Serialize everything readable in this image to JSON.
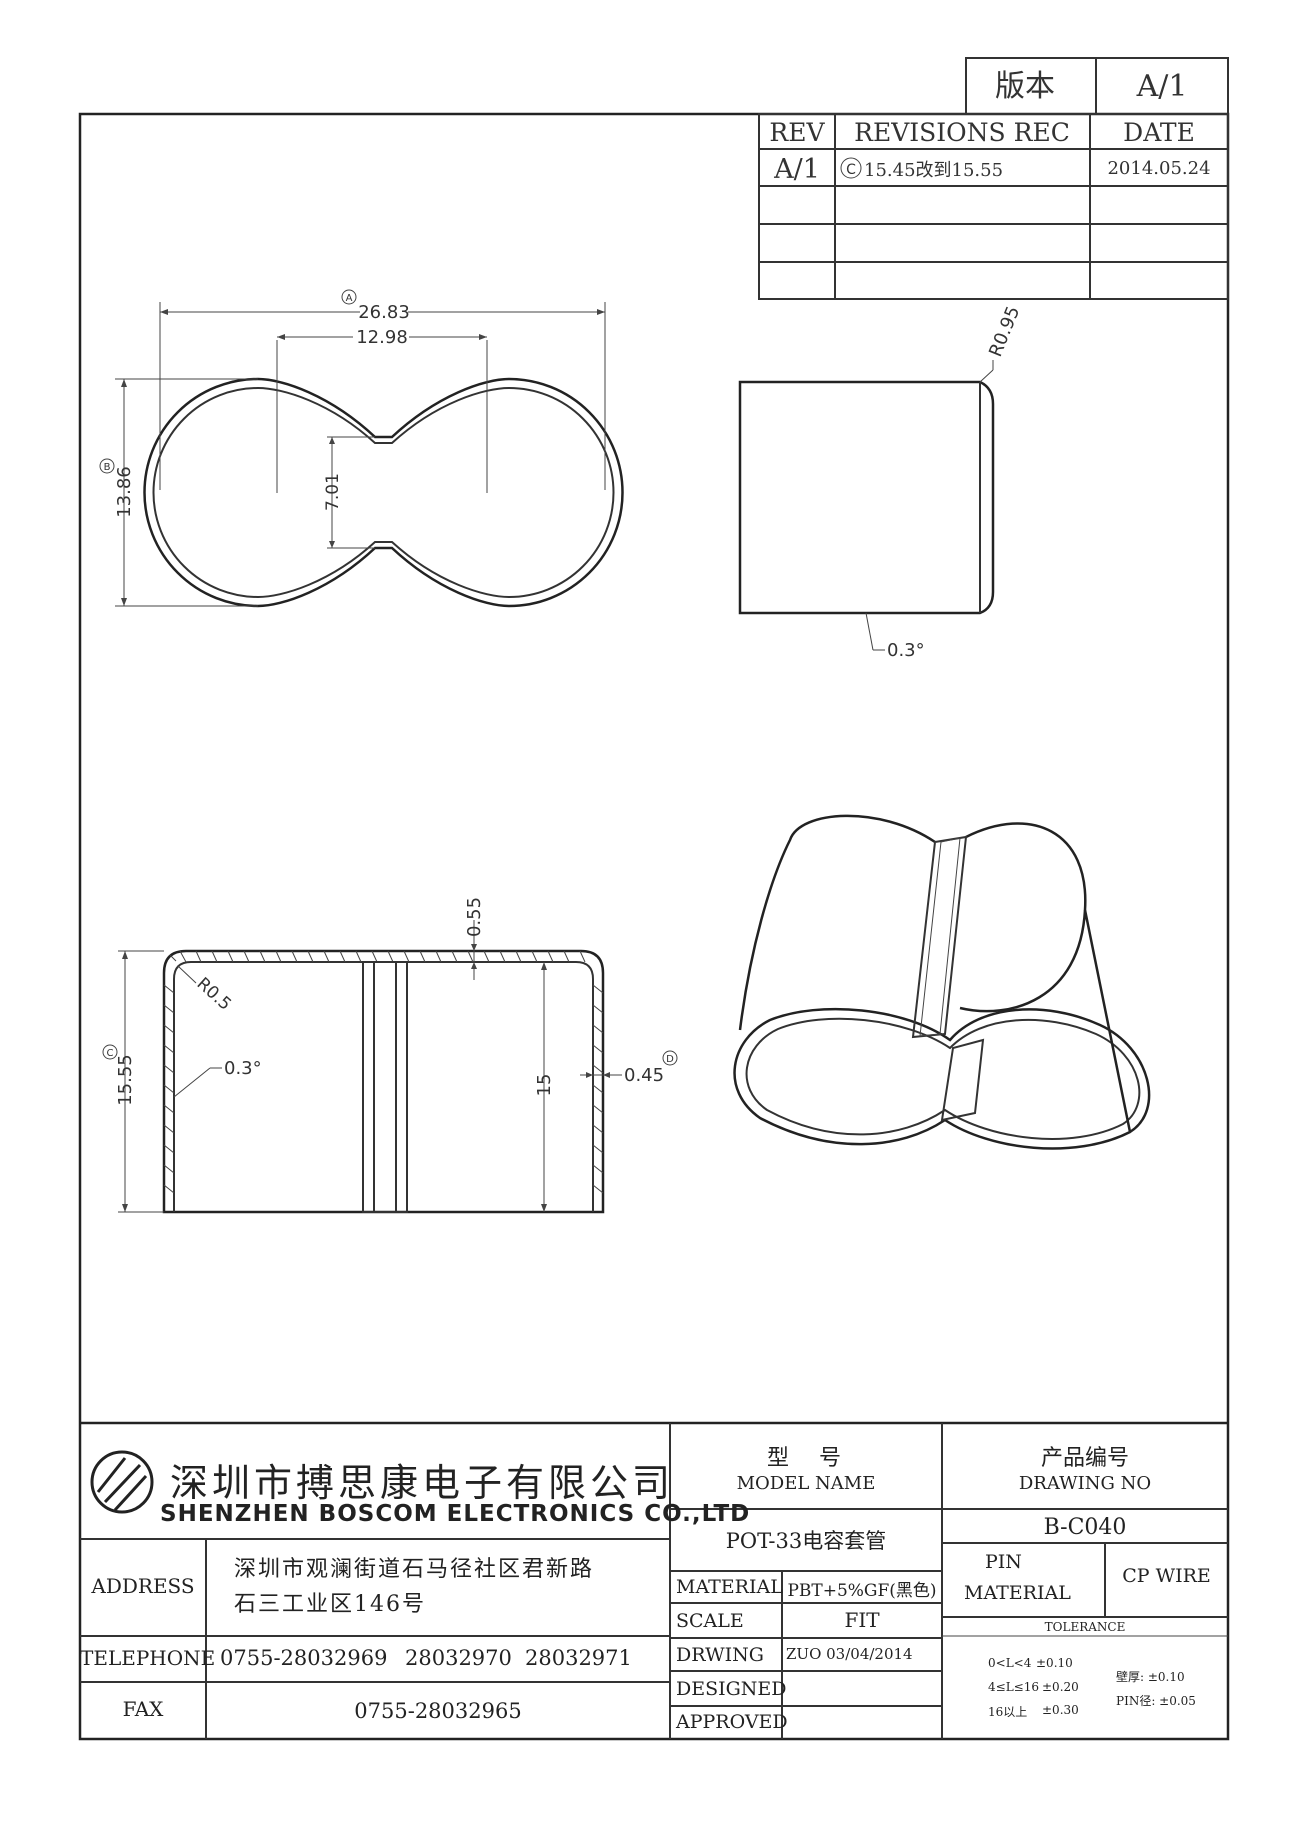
{
  "version_box": {
    "label": "版本",
    "value": "A/1"
  },
  "revisions": {
    "headers": {
      "rev": "REV",
      "rec": "REVISIONS REC",
      "date": "DATE"
    },
    "rows": [
      {
        "rev": "A/1",
        "mark": "C",
        "rec": "15.45改到15.55",
        "date": "2014.05.24"
      }
    ]
  },
  "dimensions": {
    "top_width": "26.83",
    "top_inner": "12.98",
    "top_height": "13.86",
    "top_neck": "7.01",
    "side_radius": "R0.95",
    "side_angle": "0.3°",
    "sec_wall": "0.55",
    "sec_radius": "R0.5",
    "sec_angle": "0.3°",
    "sec_height": "15.55",
    "sec_inner": "15",
    "sec_thick": "0.45",
    "mark_c": "C",
    "mark_a": "A",
    "mark_b": "B",
    "mark_d": "D"
  },
  "company": {
    "name_cn": "深圳市搏思康电子有限公司",
    "name_en": "SHENZHEN BOSCOM ELECTRONICS CO.,LTD",
    "address_label": "ADDRESS",
    "address_line1": "深圳市观澜街道石马径社区君新路",
    "address_line2": "石三工业区146号",
    "telephone_label": "TELEPHONE",
    "telephone_1": "0755-28032969",
    "telephone_2": "28032970",
    "telephone_3": "28032971",
    "fax_label": "FAX",
    "fax": "0755-28032965"
  },
  "model": {
    "label_cn": "型　号",
    "label_en": "MODEL NAME",
    "value": "POT-33电容套管"
  },
  "drawing_no": {
    "label_cn": "产品编号",
    "label_en": "DRAWING NO",
    "value": "B-C040"
  },
  "material": {
    "label": "MATERIAL",
    "value": "PBT+5%GF(黑色)"
  },
  "scale": {
    "label": "SCALE",
    "value": "FIT"
  },
  "drawing": {
    "label": "DRWING",
    "value": "ZUO 03/04/2014"
  },
  "designed": {
    "label": "DESIGNED",
    "value": ""
  },
  "approved": {
    "label": "APPROVED",
    "value": ""
  },
  "pin_material": {
    "label_1": "PIN",
    "label_2": "MATERIAL",
    "value": "CP WIRE"
  },
  "tolerance": {
    "label": "TOLERANCE",
    "rows": [
      {
        "range": "0<L<4",
        "value": "±0.10"
      },
      {
        "range": "4≤L≤16",
        "value": "±0.20"
      },
      {
        "range": "16以上",
        "value": "±0.30"
      }
    ],
    "wall": "壁厚: ±0.10",
    "pin": "PIN径: ±0.05"
  }
}
